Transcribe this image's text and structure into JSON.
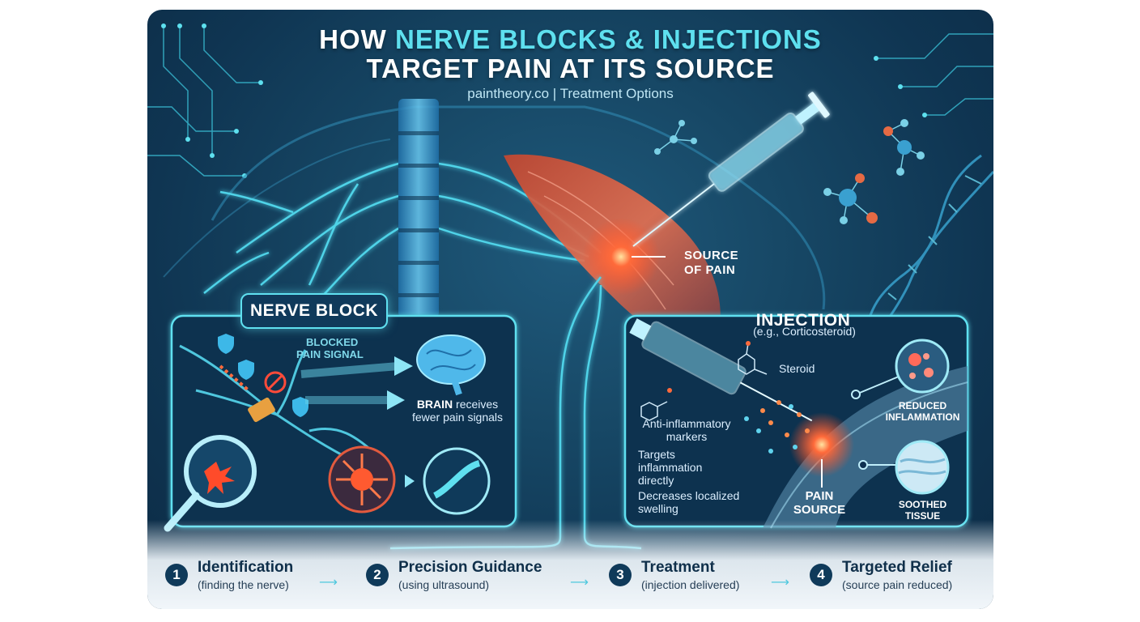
{
  "title": {
    "line1_a": "HOW ",
    "line1_b": "NERVE BLOCKS & INJECTIONS",
    "line2": "TARGET PAIN AT ITS SOURCE",
    "subtitle": "paintheory.co | Treatment Options"
  },
  "center": {
    "source_line1": "SOURCE",
    "source_line2": "OF PAIN"
  },
  "nerve_block": {
    "label": "NERVE BLOCK",
    "blocked_line1": "BLOCKED",
    "blocked_line2": "PAIN SIGNAL",
    "brain_bold": "BRAIN",
    "brain_rest": " receives",
    "brain_line2": "fewer pain signals"
  },
  "injection": {
    "label": "INJECTION",
    "example": "(e.g., Corticosteroid)",
    "steroid": "Steroid",
    "anti_line1": "Anti-inflammatory",
    "anti_line2": "markers",
    "targets_line1": "Targets",
    "targets_line2": "inflammation",
    "targets_line3": "directly",
    "decreases_line1": "Decreases localized",
    "decreases_line2": "swelling",
    "pain_line1": "PAIN",
    "pain_line2": "SOURCE",
    "reduced_line1": "REDUCED",
    "reduced_line2": "INFLAMMATION",
    "soothed_line1": "SOOTHED",
    "soothed_line2": "TISSUE"
  },
  "steps": [
    {
      "num": "1",
      "title": "Identification",
      "desc": "(finding the nerve)"
    },
    {
      "num": "2",
      "title": "Precision Guidance",
      "desc": "(using ultrasound)"
    },
    {
      "num": "3",
      "title": "Treatment",
      "desc": "(injection delivered)"
    },
    {
      "num": "4",
      "title": "Targeted Relief",
      "desc": "(source pain reduced)"
    }
  ],
  "colors": {
    "accent": "#5ee0ef",
    "pain": "#ff5a3c",
    "background": "#174866"
  },
  "icons": [
    "syringe-icon",
    "spine-icon",
    "brain-icon",
    "shield-icon",
    "blocked-icon",
    "magnifier-icon",
    "neuron-icon",
    "molecule-icon",
    "dna-icon"
  ]
}
